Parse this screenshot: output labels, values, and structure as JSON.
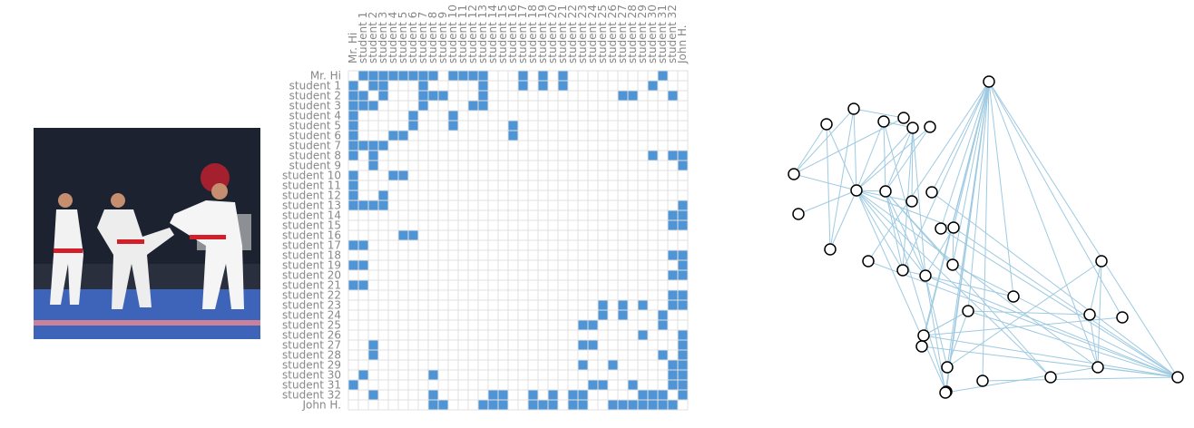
{
  "members": [
    "Mr. Hi",
    "student 1",
    "student 2",
    "student 3",
    "student 4",
    "student 5",
    "student 6",
    "student 7",
    "student 8",
    "student 9",
    "student 10",
    "student 11",
    "student 12",
    "student 13",
    "student 14",
    "student 15",
    "student 16",
    "student 17",
    "student 18",
    "student 19",
    "student 20",
    "student 21",
    "student 22",
    "student 23",
    "student 24",
    "student 25",
    "student 26",
    "student 27",
    "student 28",
    "student 29",
    "student 30",
    "student 31",
    "student 32",
    "John H."
  ],
  "edges": [
    [
      0,
      1
    ],
    [
      0,
      2
    ],
    [
      0,
      3
    ],
    [
      0,
      4
    ],
    [
      0,
      5
    ],
    [
      0,
      6
    ],
    [
      0,
      7
    ],
    [
      0,
      8
    ],
    [
      0,
      10
    ],
    [
      0,
      11
    ],
    [
      0,
      12
    ],
    [
      0,
      13
    ],
    [
      0,
      17
    ],
    [
      0,
      19
    ],
    [
      0,
      21
    ],
    [
      0,
      31
    ],
    [
      1,
      2
    ],
    [
      1,
      3
    ],
    [
      1,
      7
    ],
    [
      1,
      13
    ],
    [
      1,
      17
    ],
    [
      1,
      19
    ],
    [
      1,
      21
    ],
    [
      1,
      30
    ],
    [
      2,
      3
    ],
    [
      2,
      7
    ],
    [
      2,
      8
    ],
    [
      2,
      9
    ],
    [
      2,
      13
    ],
    [
      2,
      27
    ],
    [
      2,
      28
    ],
    [
      2,
      32
    ],
    [
      3,
      7
    ],
    [
      3,
      12
    ],
    [
      3,
      13
    ],
    [
      4,
      6
    ],
    [
      4,
      10
    ],
    [
      5,
      6
    ],
    [
      5,
      10
    ],
    [
      5,
      16
    ],
    [
      6,
      16
    ],
    [
      8,
      30
    ],
    [
      8,
      32
    ],
    [
      8,
      33
    ],
    [
      9,
      33
    ],
    [
      13,
      33
    ],
    [
      14,
      32
    ],
    [
      14,
      33
    ],
    [
      15,
      32
    ],
    [
      15,
      33
    ],
    [
      18,
      32
    ],
    [
      18,
      33
    ],
    [
      19,
      33
    ],
    [
      20,
      32
    ],
    [
      20,
      33
    ],
    [
      22,
      32
    ],
    [
      22,
      33
    ],
    [
      23,
      25
    ],
    [
      23,
      27
    ],
    [
      23,
      29
    ],
    [
      23,
      32
    ],
    [
      23,
      33
    ],
    [
      24,
      25
    ],
    [
      24,
      27
    ],
    [
      24,
      31
    ],
    [
      25,
      31
    ],
    [
      26,
      29
    ],
    [
      26,
      33
    ],
    [
      27,
      33
    ],
    [
      28,
      31
    ],
    [
      28,
      33
    ],
    [
      29,
      32
    ],
    [
      29,
      33
    ],
    [
      30,
      32
    ],
    [
      30,
      33
    ],
    [
      31,
      32
    ],
    [
      31,
      33
    ],
    [
      32,
      33
    ]
  ],
  "colors": {
    "cell_on": "#4f94d4",
    "grid": "#e0e0e0",
    "edge": "#9ecae1",
    "node_fill": "#ffffff",
    "node_stroke": "#000000",
    "label": "#888888"
  }
}
